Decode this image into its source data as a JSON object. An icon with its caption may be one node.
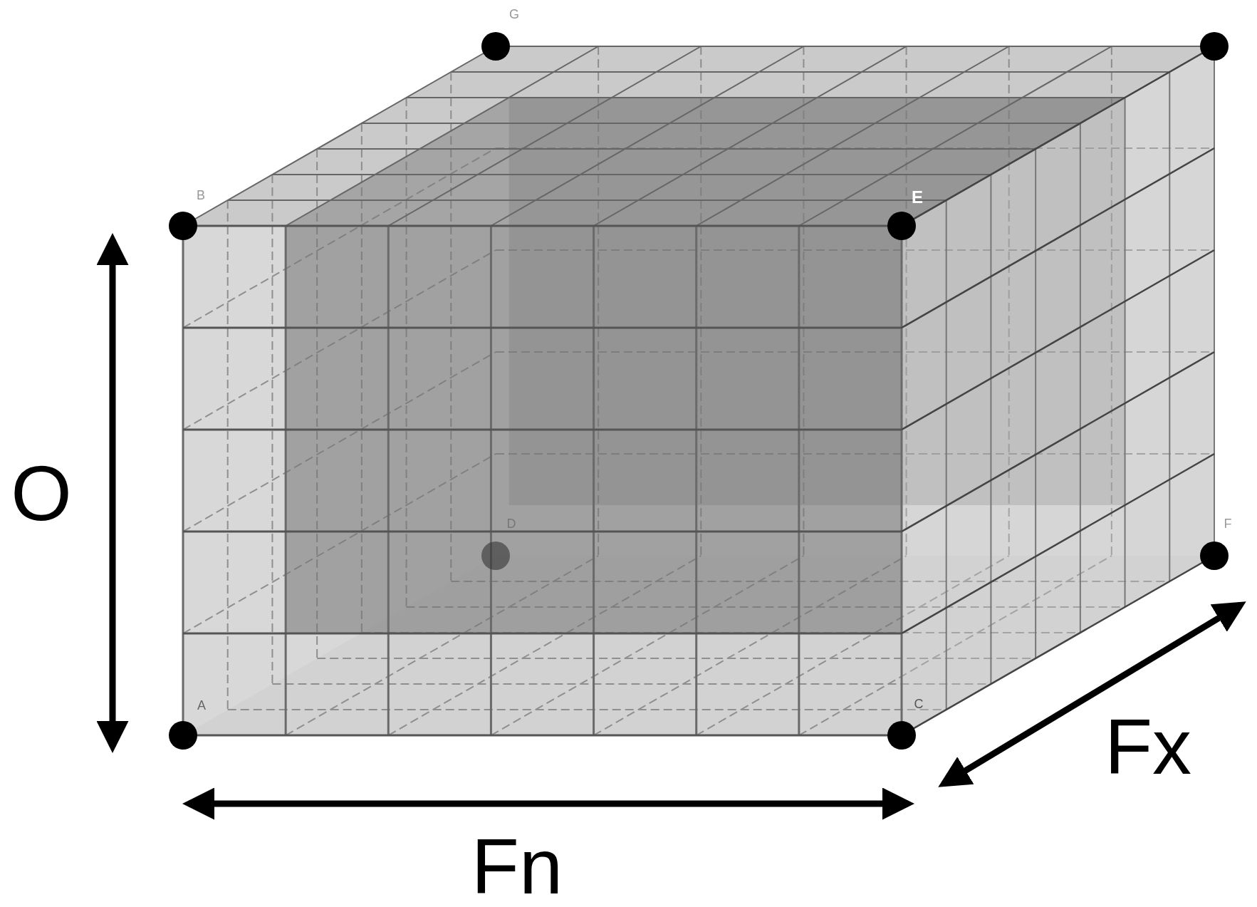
{
  "diagram": {
    "labels": [
      "G",
      "B",
      "E",
      "O",
      "D",
      "F",
      "A",
      "C",
      "Fx",
      "Fn"
    ]
  }
}
